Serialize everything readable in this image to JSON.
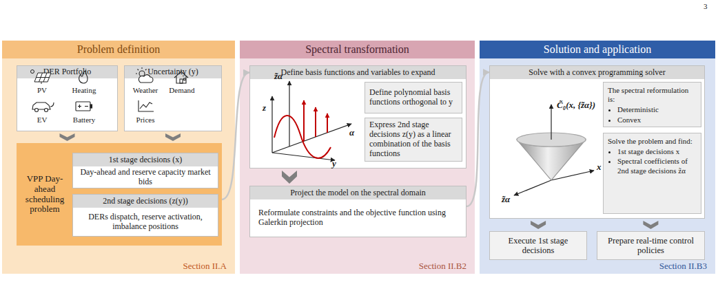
{
  "diagram": {
    "nodes": [
      {
        "text": [
          "Problem definition",
          "Section II.A"
        ]
      },
      {
        "text": [
          "DER Portfolio",
          "PV",
          "Heating",
          "EV",
          "Battery"
        ],
        "in": 0
      },
      {
        "text": [
          "Uncertainty (y)",
          "Weather",
          "Demand",
          "Prices"
        ],
        "in": 0
      },
      {
        "text": [
          "VPP Day-ahead scheduling problem"
        ],
        "in": 0
      },
      {
        "text": [
          "1st stage decisions (x)",
          "Day-ahead and reserve capacity market bids"
        ],
        "in": 3
      },
      {
        "text": [
          "2nd stage decisions (z(y))",
          "DERs dispatch, reserve activation, imbalance positions"
        ],
        "in": 3
      },
      {
        "text": [
          "Spectral transformation",
          "Section II.B2"
        ]
      },
      {
        "text": [
          "Define basis functions and variables to expand"
        ],
        "in": 6
      },
      {
        "text": [
          "Define polynomial basis functions orthogonal to y"
        ],
        "in": 7
      },
      {
        "text": [
          "Express 2nd stage decisions z(y) as a linear combination of the basis functions"
        ],
        "in": 7
      },
      {
        "text": [
          "Project the model on the spectral domain",
          "Reformulate constraints and the objective function using Galerkin projection"
        ],
        "in": 6
      },
      {
        "text": [
          "Solution and application",
          "Section II.B3"
        ]
      },
      {
        "text": [
          "Solve with a convex programming solver"
        ],
        "in": 11
      },
      {
        "text": [
          "The spectral reformulation is:",
          "Deterministic",
          "Convex"
        ],
        "in": 12
      },
      {
        "text": [
          "Solve the problem and find:",
          "1st stage decisions x",
          "Spectral coefficients of 2nd stage decisions z̃α"
        ],
        "in": 12
      },
      {
        "text": [
          "Execute 1st stage decisions"
        ],
        "in": 11
      },
      {
        "text": [
          "Prepare real-time control policies"
        ],
        "in": 11
      }
    ],
    "edges": [
      {
        "from": 1,
        "to": 3,
        "arrow": "to"
      },
      {
        "from": 2,
        "to": 3,
        "arrow": "to"
      },
      {
        "from": 3,
        "to": 7,
        "arrow": "to"
      },
      {
        "from": 7,
        "to": 10,
        "arrow": "to"
      },
      {
        "from": 10,
        "to": 12,
        "arrow": "to"
      },
      {
        "from": 12,
        "to": 15,
        "arrow": "to"
      },
      {
        "from": 12,
        "to": 16,
        "arrow": "to"
      }
    ],
    "labels": [
      "3",
      "z̃α",
      "z",
      "α",
      "y",
      "C̃₀(x, {z̃α})",
      "z̃α",
      "x"
    ]
  }
}
